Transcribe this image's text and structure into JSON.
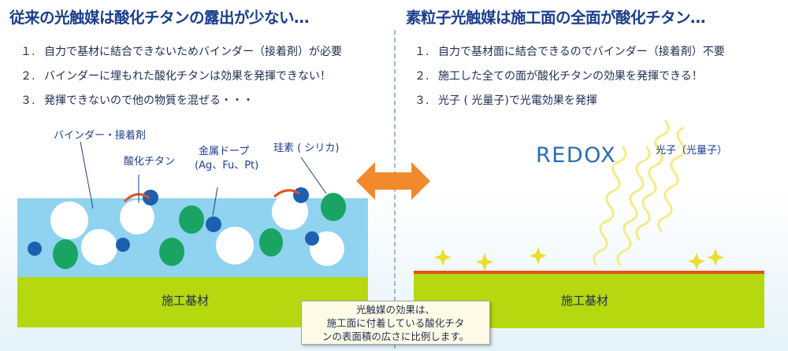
{
  "left": {
    "title": "従来の光触媒は酸化チタンの露出が少ない…",
    "points": [
      {
        "num": "１.",
        "text": "自力で基材に結合できないためバインダー（接着剤）が必要"
      },
      {
        "num": "２.",
        "text": "バインダーに埋もれた酸化チタンは効果を発揮できない！"
      },
      {
        "num": "３.",
        "text": "発揮できないので他の物質を混ぜる・・・"
      }
    ],
    "labels": {
      "binder": "バインダー・接着剤",
      "titanium": "酸化チタン",
      "metal_line1": "金属ドープ",
      "metal_line2": "(Ag、Fu、Pt)",
      "silicon": "珪素 ( シリカ)"
    },
    "substrate": "施工基材"
  },
  "right": {
    "title": "素粒子光触媒は施工面の全面が酸化チタン…",
    "points": [
      {
        "num": "１.",
        "text": "自力で基材面に結合できるのでバインダー（接着剤）不要"
      },
      {
        "num": "２.",
        "text": "施工した全ての面が酸化チタンの効果を発揮できる！"
      },
      {
        "num": "３.",
        "text": "光子 ( 光量子)で光電効果を発揮"
      }
    ],
    "logo": "REDOX",
    "photon_label": "光子（光量子）",
    "substrate": "施工基材"
  },
  "note": {
    "lines": [
      "光触媒の効果は、",
      "施工面に付着している酸化チタ",
      "ンの表面積の広さに比例します。"
    ]
  },
  "colors": {
    "title": "#1b3e8c",
    "binder_layer": "#8fd3f0",
    "substrate": "#b5d80e",
    "titanium_ball": "#ffffff",
    "silica_ball": "#19a463",
    "metal_ball": "#1d5fb2",
    "film": "#e0531e",
    "arrow": "#f08a2c",
    "photon": "#f3ec86",
    "spark": "#e9df2a"
  },
  "icons": {
    "compare_arrow": "double-arrow-icon",
    "photon_wave": "wavy-photon-icon",
    "sparkle": "sparkle-icon"
  }
}
